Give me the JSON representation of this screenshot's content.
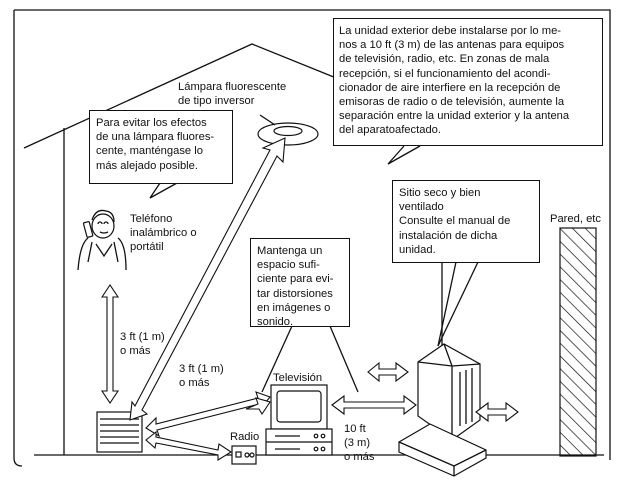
{
  "labels": {
    "lamp": "Lámpara fluorescente\nde tipo inversor",
    "phone": "Teléfono\ninalámbrico o\nportátil",
    "wall": "Pared, etc",
    "tv": "Televisión",
    "radio": "Radio",
    "dist_left": "3 ft (1 m)\no más",
    "dist_diag": "3 ft (1 m)\no más",
    "dist_right": "10 ft\n(3 m)\no más"
  },
  "callouts": {
    "antenna": "La unidad exterior debe instalarse por lo me-\nnos a 10 ft (3 m) de las antenas para equipos\nde televisión, radio, etc. En zonas de mala\nrecepción, si el funcionamiento del acondi-\ncionador de aire interfiere en la recepción de\nemisoras de radio o de televisión, aumente la\nseparación entre la unidad exterior y la antena\ndel aparatoafectado.",
    "lamp": "Para evitar los efectos\nde una lámpara fluores-\ncente, manténgase lo\nmás alejado posible.",
    "space": "Mantenga un\nespacio sufi-\nciente para evi-\ntar distorsiones\nen imágenes o\nsonido.",
    "site": "Sitio seco y bien\nventilado\nConsulte el manual de\ninstalación de dicha\nunidad."
  }
}
